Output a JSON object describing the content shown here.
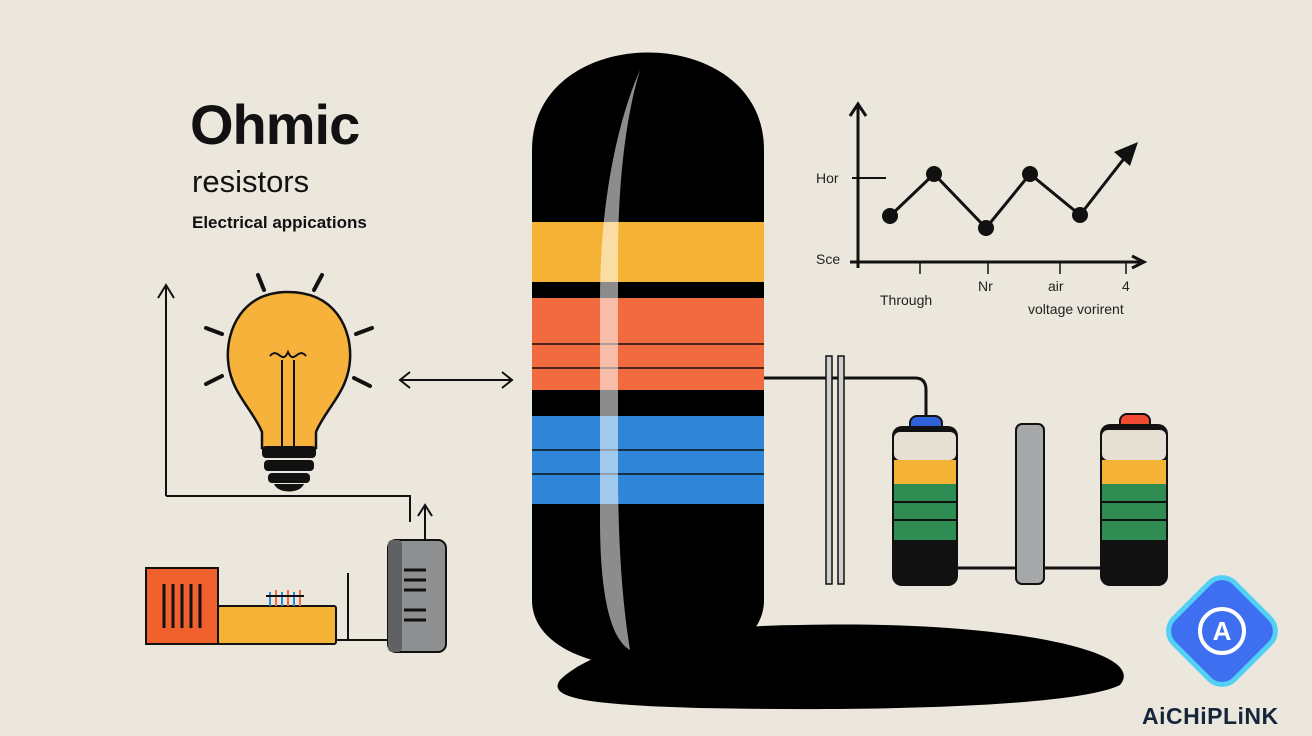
{
  "heading": {
    "title": "Ohmic",
    "subtitle": "resistors",
    "tagline": "Electrical appications"
  },
  "graph": {
    "y_label_top": "Hor",
    "y_label_bottom": "Sce",
    "x_labels": [
      "Through",
      "Nr",
      "air",
      "4"
    ],
    "caption": "voltage vorirent"
  },
  "brand": {
    "name": "AiCHiPLiNK",
    "logo_letter": "A"
  },
  "icons": [
    "light-bulb-icon",
    "double-arrow-icon",
    "resistor-icon",
    "battery-icon",
    "circuit-board-icon",
    "power-supply-icon",
    "logo-icon"
  ],
  "colors": {
    "background": "#ece7dd",
    "band_yellow": "#f5b335",
    "band_orange": "#f26a3f",
    "band_blue": "#2f86d8",
    "band_green": "#2f8c52",
    "bulb": "#f7b23b",
    "logo_blue": "#3d6ff0"
  }
}
